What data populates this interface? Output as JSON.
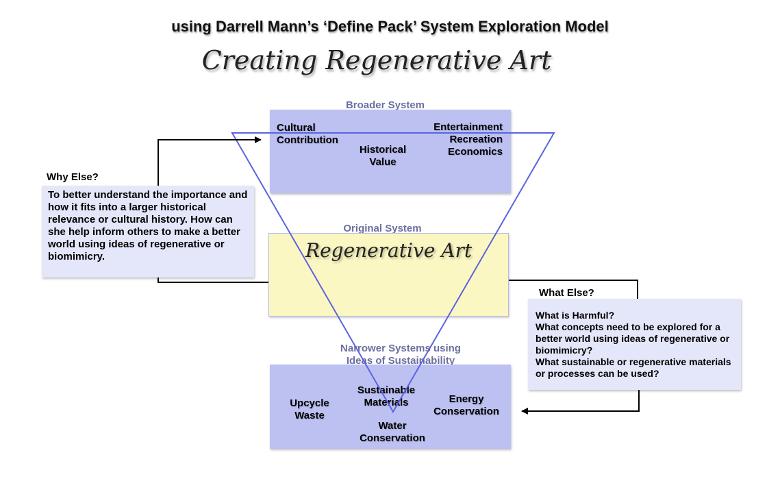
{
  "header": "using Darrell Mann’s ‘Define Pack’ System Exploration Model",
  "title": "Creating Regenerative Art",
  "broader": {
    "label": "Broader System",
    "cultural": "Cultural\nContribution",
    "historical": "Historical\nValue",
    "entertainment": "Entertainment\nRecreation\nEconomics"
  },
  "original": {
    "label": "Original System",
    "name": "Regenerative Art"
  },
  "narrower": {
    "label": "Narrower Systems using\nIdeas of Sustainability",
    "upcycle": "Upcycle\nWaste",
    "sustainable": "Sustainable\nMaterials",
    "energy": "Energy\nConservation",
    "water": "Water\nConservation"
  },
  "why_else": {
    "heading": "Why Else?",
    "text": "To better understand the importance and how it fits into a larger historical relevance or cultural history. How can she help inform others to make a better world using ideas of regenerative or biomimicry."
  },
  "what_else": {
    "heading": "What Else?",
    "text": "What is Harmful?\nWhat concepts need to be explored for a better world using ideas of regenerative or biomimicry?\nWhat sustainable or regenerative materials or processes can be used?"
  },
  "colors": {
    "broader_fill": "#bdc1f2",
    "original_fill": "#fbf7c2",
    "note_fill": "#e4e6f9",
    "triangle_stroke": "#5b63e0",
    "label_color": "#6b6fa0"
  }
}
